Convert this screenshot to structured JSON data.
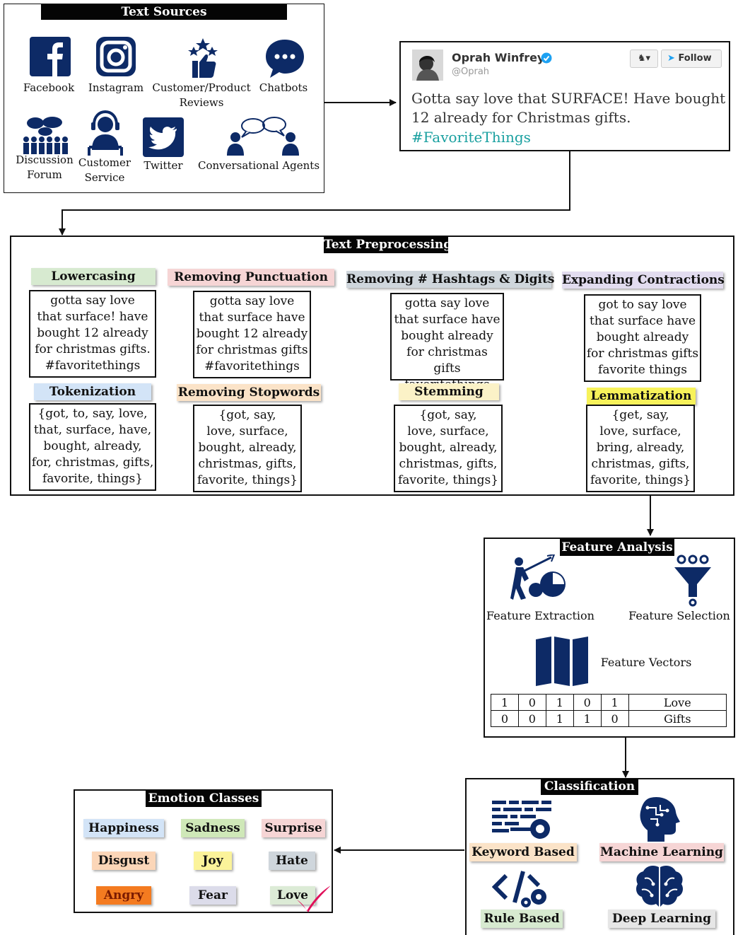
{
  "text_sources": {
    "title": "Text Sources",
    "items": [
      {
        "icon": "facebook-icon",
        "label": "Facebook"
      },
      {
        "icon": "instagram-icon",
        "label": "Instagram"
      },
      {
        "icon": "review-stars-icon",
        "label": "Customer/Product\nReviews"
      },
      {
        "icon": "chatbot-icon",
        "label": "Chatbots"
      },
      {
        "icon": "forum-icon",
        "label": "Discussion\nForum"
      },
      {
        "icon": "customer-service-icon",
        "label": "Customer\nService"
      },
      {
        "icon": "twitter-icon",
        "label": "Twitter"
      },
      {
        "icon": "conversational-agents-icon",
        "label": "Conversational Agents"
      }
    ]
  },
  "tweet": {
    "name": "Oprah Winfrey",
    "handle": "@Oprah",
    "follow_label": "Follow",
    "text": "Gotta say love that SURFACE! Have bought\n12 already for Christmas gifts.",
    "hashtag": "#FavoriteThings",
    "hashtag_color": "#1aa0a0",
    "verified_color": "#1da1f2"
  },
  "preprocessing": {
    "title": "Text Preprocessing",
    "steps": [
      {
        "name": "Lowercasing",
        "color": "#d7ead0",
        "text": "gotta say love\nthat surface! have\nbought 12 already\nfor christmas gifts.\n#favoritethings"
      },
      {
        "name": "Removing Punctuation",
        "color": "#f6d5d5",
        "text": "gotta say love\nthat surface have\nbought 12 already\nfor christmas gifts\n#favoritethings"
      },
      {
        "name": "Removing # Hashtags & Digits",
        "color": "#cfd6dc",
        "text": "gotta say love\nthat surface have\nbought already\nfor christmas gifts\nfavoritethings"
      },
      {
        "name": "Expanding Contractions",
        "color": "#e2dcef",
        "text": "got to say love\nthat surface have\nbought already\nfor christmas gifts\nfavorite things"
      },
      {
        "name": "Tokenization",
        "color": "#d3e4f7",
        "text": "{got, to, say, love,\nthat, surface, have,\nbought, already,\nfor, christmas, gifts,\nfavorite, things}"
      },
      {
        "name": "Removing Stopwords",
        "color": "#fbe3c8",
        "text": "{got, say,\nlove, surface,\nbought, already,\nchristmas, gifts,\nfavorite, things}"
      },
      {
        "name": "Stemming",
        "color": "#fbf2c7",
        "text": "{got, say,\nlove, surface,\nbought, already,\nchristmas, gifts,\nfavorite, things}"
      },
      {
        "name": "Lemmatization",
        "color": "#f7f25a",
        "text": "{get, say,\nlove, surface,\nbring, already,\nchristmas, gifts,\nfavorite, things}"
      }
    ]
  },
  "feature_analysis": {
    "title": "Feature Analysis",
    "extraction_label": "Feature Extraction",
    "selection_label": "Feature Selection",
    "vectors_label": "Feature Vectors",
    "vectors": [
      {
        "values": [
          "1",
          "0",
          "1",
          "0",
          "1"
        ],
        "label": "Love"
      },
      {
        "values": [
          "0",
          "0",
          "1",
          "1",
          "0"
        ],
        "label": "Gifts"
      }
    ]
  },
  "classification": {
    "title": "Classification",
    "methods": [
      {
        "name": "Keyword Based",
        "icon": "keyword-icon",
        "color": "#fbe3c8"
      },
      {
        "name": "Machine Learning",
        "icon": "machine-learning-head-icon",
        "color": "#f6d5d5"
      },
      {
        "name": "Rule Based",
        "icon": "code-gear-icon",
        "color": "#d7ead0"
      },
      {
        "name": "Deep Learning",
        "icon": "brain-icon",
        "color": "#e6e6e6"
      }
    ]
  },
  "emotions": {
    "title": "Emotion Classes",
    "items": [
      {
        "name": "Happiness",
        "color": "#d3e4f7",
        "text_color": "#111"
      },
      {
        "name": "Sadness",
        "color": "#cfe8b8",
        "text_color": "#111"
      },
      {
        "name": "Surprise",
        "color": "#f6d5d5",
        "text_color": "#111"
      },
      {
        "name": "Disgust",
        "color": "#fbd6b8",
        "text_color": "#111"
      },
      {
        "name": "Joy",
        "color": "#fbf39a",
        "text_color": "#111"
      },
      {
        "name": "Hate",
        "color": "#cfd6dc",
        "text_color": "#111"
      },
      {
        "name": "Angry",
        "color": "#f47b20",
        "text_color": "#7a1a00"
      },
      {
        "name": "Fear",
        "color": "#dcdcea",
        "text_color": "#111"
      },
      {
        "name": "Love",
        "color": "#dcebd6",
        "text_color": "#111"
      }
    ],
    "selected": "Love",
    "check_color": "#e0105a"
  },
  "colors": {
    "icon_navy": "#0d2a66",
    "arrow": "#111111"
  }
}
